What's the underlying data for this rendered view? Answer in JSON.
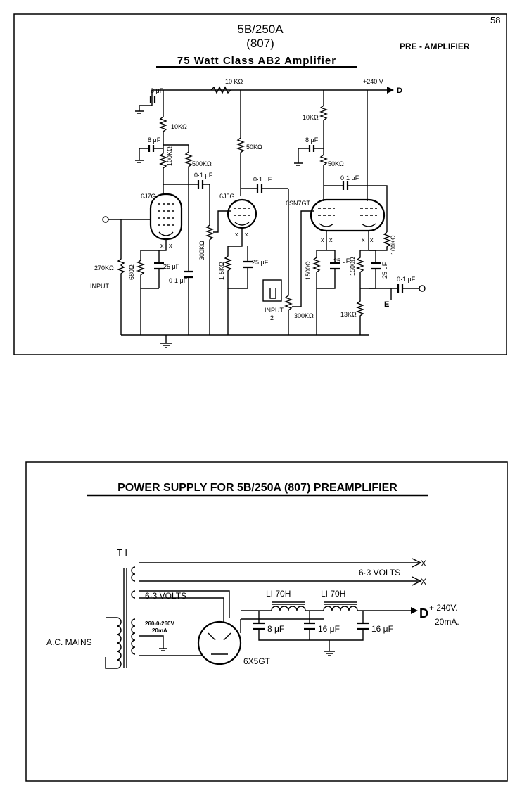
{
  "page_number": "58",
  "preamp": {
    "title_line1": "5B/250A",
    "title_line2": "(807)",
    "title_line3": "75 Watt Class AB2 Amplifier",
    "subtitle": "PRE - AMPLIFIER",
    "labels": {
      "r_10k_top": "10 KΩ",
      "supply": "+240 V",
      "out_d": "D",
      "c_8uf_1": "8 μF",
      "c_8uf_2": "8 μF",
      "c_8uf_3": "8 μF",
      "r_10k_1": "10KΩ",
      "r_100k_1": "100KΩ",
      "r_500k": "500KΩ",
      "r_50k_1": "50KΩ",
      "r_10k_2": "10KΩ",
      "r_50k_2": "50KΩ",
      "c_01_1": "0·1 μF",
      "c_01_2": "0·1 μF",
      "c_01_3": "0·1 μF",
      "c_01_4": "0·1 μF",
      "c_01_5": "0·1 μF",
      "tube_1": "6J7G",
      "tube_2": "6J5G",
      "tube_3": "6SN7GT",
      "r_300k_1": "300KΩ",
      "r_270k": "270KΩ",
      "r_680": "680Ω",
      "c_25_1": "25 μF",
      "r_1_5k": "1·5KΩ",
      "c_25_2": "25 μF",
      "input": "INPUT",
      "input2_a": "INPUT",
      "input2_b": "2",
      "r_300k_2": "300KΩ",
      "r_1500_1": "1500Ω",
      "c_25_3": "25 μF",
      "r_1500_2": "1500Ω",
      "c_25_4": "25 μF",
      "r_100k_2": "100KΩ",
      "r_13k": "13KΩ",
      "out_e": "E",
      "heater_x": "x"
    }
  },
  "psu": {
    "title": "POWER SUPPLY FOR  5B/250A (807) PREAMPLIFIER",
    "labels": {
      "t1": "T I",
      "v63_top": "6·3 VOLTS",
      "v63_left": "6·3 VOLTS",
      "x1": "X",
      "x2": "X",
      "hv": "260-0-260V",
      "hv_ma": "20mA",
      "mains": "A.C. MAINS",
      "rect": "6X5GT",
      "l1a": "LI  70H",
      "l1b": "LI  70H",
      "c1": "8 μF",
      "c2": "16 μF",
      "c3": "16 μF",
      "out_d": "D",
      "out_v": "+ 240V.",
      "out_ma": "20mA."
    }
  }
}
